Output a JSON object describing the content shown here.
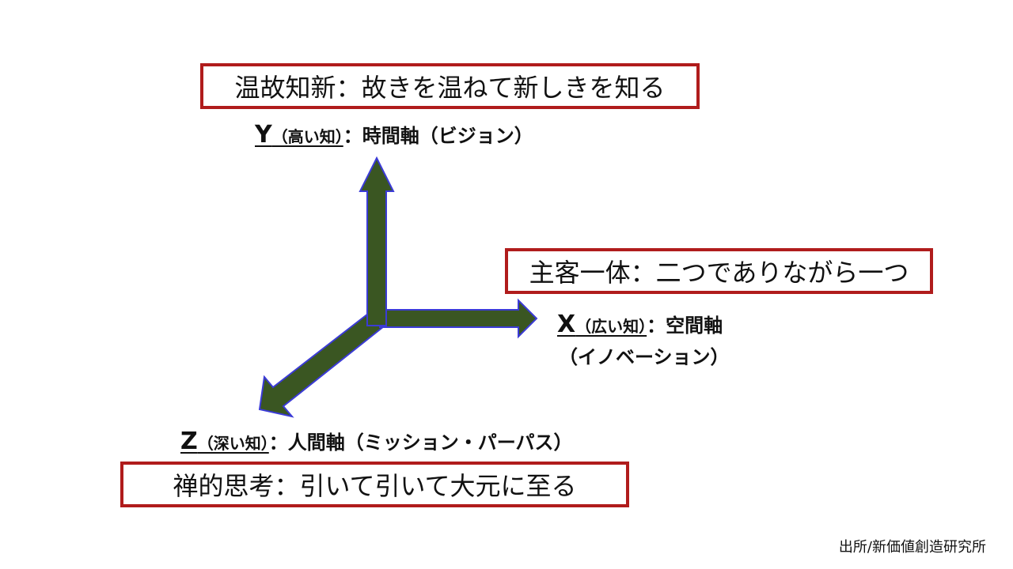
{
  "boxes": {
    "top": "温故知新：故きを温ねて新しきを知る",
    "middle": "主客一体：二つでありながら一つ",
    "bottom": "禅的思考：引いて引いて大元に至る"
  },
  "axes": {
    "y": {
      "letter": "Y",
      "paren": "（高い知）",
      "rest": "：時間軸（ビジョン）"
    },
    "x": {
      "letter": "X",
      "paren": "（広い知）",
      "rest": "：空間軸",
      "second_line": "（イノベーション）"
    },
    "z": {
      "letter": "Z",
      "paren": "（深い知）",
      "rest": "：人間軸（ミッション・パーパス）"
    }
  },
  "credit": "出所/新価値創造研究所",
  "colors": {
    "arrow_fill": "#3a5622",
    "arrow_stroke": "#3b3bd6",
    "box_border": "#b01c1c"
  }
}
